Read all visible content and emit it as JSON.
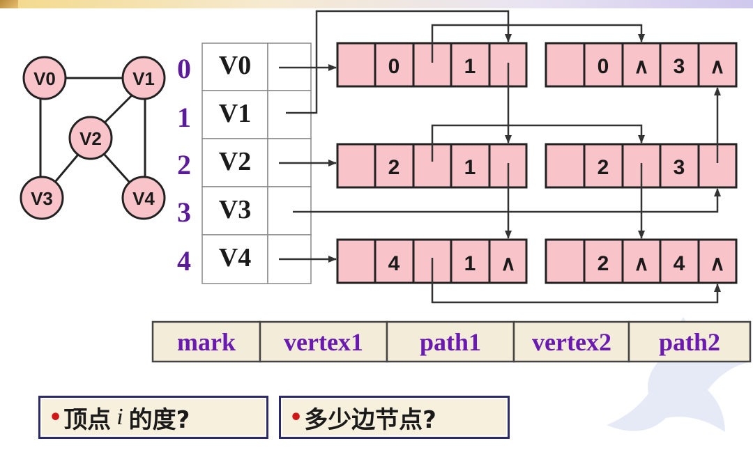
{
  "graph": {
    "nodes": [
      "V0",
      "V1",
      "V2",
      "V3",
      "V4"
    ]
  },
  "indices": [
    "0",
    "1",
    "2",
    "3",
    "4"
  ],
  "vertex_table": [
    "V0",
    "V1",
    "V2",
    "V3",
    "V4"
  ],
  "edge_nodes": {
    "row0a": [
      "",
      "0",
      "",
      "1",
      ""
    ],
    "row0b": [
      "",
      "0",
      "∧",
      "3",
      "∧"
    ],
    "row2a": [
      "",
      "2",
      "",
      "1",
      ""
    ],
    "row2b": [
      "",
      "2",
      "",
      "3",
      ""
    ],
    "row4a": [
      "",
      "4",
      "",
      "1",
      "∧"
    ],
    "row4b": [
      "",
      "2",
      "∧",
      "4",
      "∧"
    ]
  },
  "field_labels": [
    "mark",
    "vertex1",
    "path1",
    "vertex2",
    "path2"
  ],
  "questions": {
    "q1_prefix": "顶点",
    "q1_var": "i",
    "q1_suffix": "的度?",
    "q2": "多少边节点?"
  },
  "colors": {
    "node_fill": "#f9c4c9",
    "index_color": "#5a1a9a",
    "field_text": "#6a1ab0",
    "bullet": "#d01818"
  }
}
